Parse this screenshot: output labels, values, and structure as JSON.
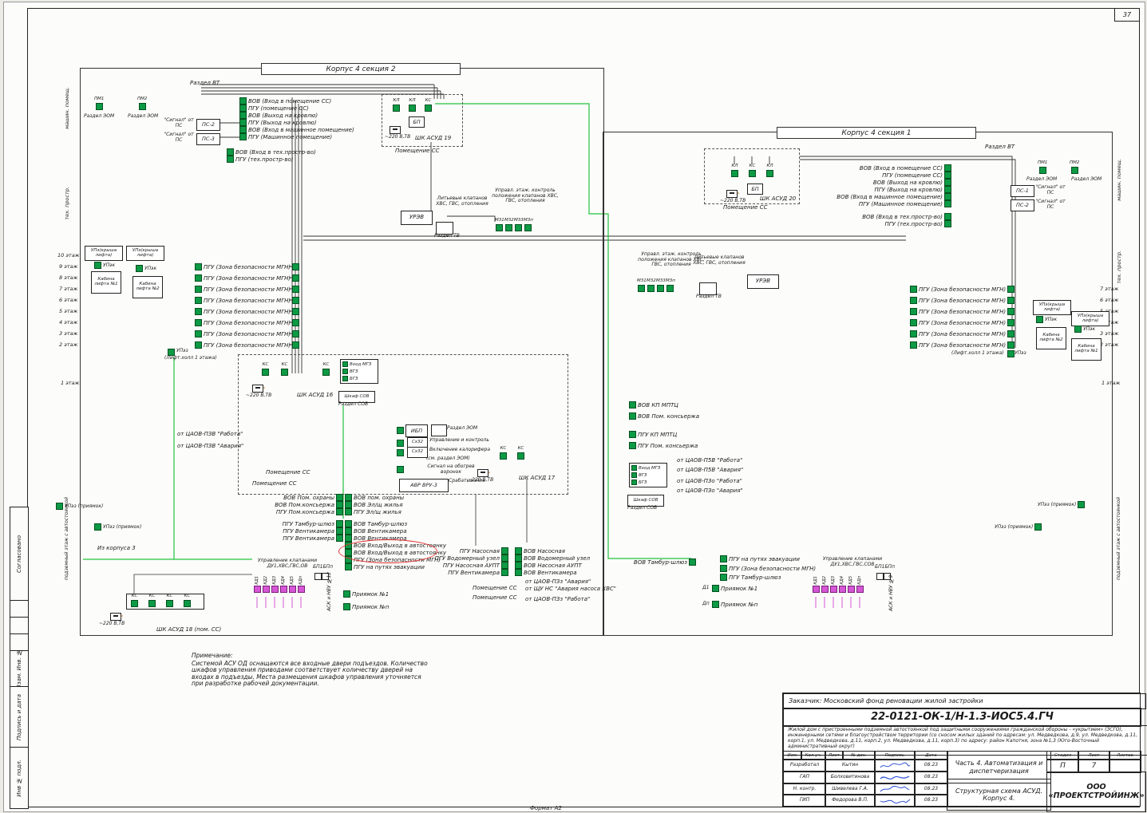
{
  "page": {
    "corner_number": "37",
    "format_label": "Формат А2"
  },
  "stamp_col": {
    "soglasovano": "Согласовано",
    "vzam": "Взам. Инв. №",
    "podpis": "Подпись и дата",
    "inv": "Инв № подл."
  },
  "common": {
    "mgn": "ПГУ (Зона безопасности МГН)",
    "pom_ss": "Помещение СС",
    "power": "~220 В,ТВ",
    "kc": "КС",
    "kl": "КЛ",
    "bp": "БП",
    "pm1": "ПМ1",
    "pm2": "ПМ2",
    "razdel_vt": "Раздел ВТ",
    "razdel_eom": "Раздел ЭОМ",
    "razdel_tv": "Раздел ТВ",
    "razdel_sov": "Раздел СОВ",
    "shkaf_sov": "Шкаф СОВ",
    "mgz_rows": [
      "Вход МГЗ",
      "ВГЗ",
      "БГЗ"
    ],
    "signal_ps": "\"Сигнал\" от ПС",
    "urev": "УРЭВ",
    "litevye": "Литьевые клапанов ХВС, ГВС, отопления",
    "upravl_etazh": "Управл. этаж. контроль положения клапанов ХВС, ГВС, отопления",
    "m_labels": [
      "М31",
      "М32",
      "М33",
      "М3п"
    ],
    "kd_labels": [
      "КД1",
      "КД2",
      "КД3",
      "КД4",
      "КД5",
      "КДп"
    ],
    "top_signals": [
      "ВОВ (Вход в помещение СС)",
      "ПГУ (помещение СС)",
      "ВОВ (Выход на кровлю)",
      "ПГУ (Выход на кровлю)",
      "ВОВ (Вход в машинное помещение)",
      "ПГУ (Машинное помещение)"
    ],
    "tech_signals": [
      "ВОВ (Вход в тех.простр-во)",
      "ПГУ (тех.простр-во)"
    ],
    "upe_krysha": "УПэ(крыша лифта)",
    "upek": "УПэк",
    "upez": "УПэз",
    "kabina1": "Кабина лифта №1",
    "kabina2": "Кабина лифта №2",
    "lift_holl": "(Лифт.холл 1 этажа)",
    "upez_priyamok": "УПэз (приямок)",
    "priyamok1": "Приямок №1",
    "priyamokn": "Приямок №п",
    "bp1bpn": "БП1БПп",
    "d1": "Д1",
    "dn": "Дп"
  },
  "floors_left": {
    "mash": "машин. помещ.",
    "tech": "тех. простр.",
    "f10": "10 этаж",
    "f9": "9 этаж",
    "f8": "8 этаж",
    "f7": "7 этаж",
    "f6": "6 этаж",
    "f5": "5 этаж",
    "f4": "4 этаж",
    "f3": "3 этаж",
    "f2": "2 этаж",
    "f1": "1 этаж",
    "basement": "подземный этаж с автостоянкой"
  },
  "floors_right": {
    "mash": "машин. помещ.",
    "tech": "тех. простр.",
    "f7": "7 этаж",
    "f6": "6 этаж",
    "f5": "5 этаж",
    "f4": "4 этаж",
    "f3": "3 этаж",
    "f2": "2 этаж",
    "f1": "1 этаж",
    "basement": "подземный этаж с автостоянкой"
  },
  "section2": {
    "title": "Корпус 4 секция 2",
    "ps2": "ПС-2",
    "ps3": "ПС-3",
    "shk19": "ШК АСУД 19",
    "shk16": "ШК АСУД 16",
    "shk17": "ШК АСУД 17",
    "shk18": "ШК АСУД 18 (пом. СС)",
    "caov_rabota": "от ЦАОВ-ПЗВ \"Работа\"",
    "caov_avaria": "от ЦАОВ-ПЗВ \"Авария\"",
    "mid_left": [
      "ВОВ Пом. охраны",
      "ВОВ Пом.консьержа",
      "ПГУ Пом.консьержа"
    ],
    "mid_right": [
      "ВОВ пом. охраны",
      "ВОВ Эл/щ жилья",
      "ПГУ Эл/щ жилья"
    ],
    "pgu_rows": [
      "ПГУ Тамбур-шлюз",
      "ПГУ Вентикамера",
      "ПГУ Вентикамера"
    ],
    "vov_rows": [
      "ВОВ Тамбур-шлюз",
      "ВОВ Вентикамера",
      "ВОВ Вентикамера",
      "ВОВ Вход/Выход в автостоянку",
      "ВОВ Вход/Выход в автостоянку",
      "ПГУ (Зона безопасности МГН)",
      "ПГУ на путях эвакуации"
    ],
    "iz_korpusa": "Из корпуса 3",
    "upr_klap": "Управление клапанами ДУ1,ХВС,ГВС,ОВ",
    "ask": "АСК и НВУ №12",
    "ibp": "ИБП",
    "sx32a": "Сх32",
    "sx32b": "Сх32",
    "upr_kontrol": "Управление и контроль",
    "vkl_kalorifera": "Включение калорифера",
    "sm_eom": "(см. раздел ЭОМ)",
    "obogrev": "Сигнал на обогрев воронок",
    "srabatyvanie": "Срабатывание",
    "avr": "АВР ВРУ-3",
    "pump_left": [
      "ПГУ Насосная",
      "ПГУ Водомерный узел",
      "ПГУ Насосная АУПТ",
      "ПГУ Вентикамера"
    ],
    "pump_right": [
      "ВОВ Насосная",
      "ВОВ Водомерный узел",
      "ВОВ Насосная АУПТ",
      "ВОВ Вентикамера"
    ],
    "pump_status": [
      "от ЦАОВ-ПЗз \"Авария\"",
      "от ЩУ НС \"Авария насоса ХВС\"",
      "от ЦАОВ-ПЗз \"Работа\""
    ]
  },
  "section1": {
    "title": "Корпус 4 секция 1",
    "shk20": "ШК АСУД 20",
    "ps1": "ПС-1",
    "ps2": "ПС-2",
    "left_rows": [
      "ВОВ КП МПТЦ",
      "ВОВ Пом. консьержа",
      "ПГУ КП МПТЦ",
      "ПГУ Пом. консьержа"
    ],
    "caov": [
      "от ЦАОВ-П5В \"Работа\"",
      "от ЦАОВ-П5В \"Авария\"",
      "от ЦАОВ-ПЗо \"Работа\"",
      "от ЦАОВ-ПЗо \"Авария\""
    ],
    "vov_tambur": "ВОВ Тамбур-шлюз",
    "evac_rows": [
      "ПГУ на путях эвакуации",
      "ПГУ (Зона безопасности МГН)",
      "ПГУ Тамбур-шлюз"
    ],
    "upr_klap": "Управление клапанами ДУ1,ХВС,ГВС,СОВ",
    "ask": "АСК и НВУ №9"
  },
  "note": {
    "title": "Примечание:",
    "body": "Системой АСУ ОД оснащаются все входные двери подъездов. Количество шкафов управления приводами соответствует количеству дверей на входах в подъезды. Места размещения шкафов управления уточняется при разработке рабочей документации."
  },
  "title_block": {
    "customer": "Заказчик: Московский фонд реновации жилой застройки",
    "doc_number": "22-0121-ОК-1/Н-1.3-ИОС5.4.ГЧ",
    "description": "Жилой дом с пристроенными подземной автостоянкой под защитными сооружениями гражданской обороны - «укрытием» (ЗСГО), инженерными сетями и благоустройством территории (со сносом жилых зданий по адресам: ул. Медведкова, д.9, ул. Медведкова, д.11, корп.1, ул. Медведкова, д.11, корп.2, ул. Медведкова, д.11, корп.3) по адресу: район Капотня, зона №1,3 (Юго-Восточный административный округ)",
    "cols": [
      "Изм.",
      "Кол.уч.",
      "Лист",
      "№ док.",
      "Подпись",
      "Дата"
    ],
    "r1_role": "Разработал",
    "r1_name": "Кытин",
    "r1_date": "08.23",
    "r2_role": "ГАП",
    "r2_name": "Болховитинова",
    "r2_date": "08.23",
    "r3_role": "Н. контр.",
    "r3_name": "Шивелева Г.А.",
    "r3_date": "08.23",
    "r4_role": "ГИП",
    "r4_name": "Федорова В.П.",
    "r4_date": "08.23",
    "part_title": "Часть 4. Автоматизация и диспетчеризация",
    "sheet_title": "Структурная схема АСУД. Корпус 4.",
    "stage_label": "Стадия",
    "sheet_label": "Лист",
    "sheets_label": "Листов",
    "stage": "П",
    "sheet": "7",
    "sheets": "",
    "company": "ООО «ПРОЕКТСТРОЙИНЖ»"
  }
}
